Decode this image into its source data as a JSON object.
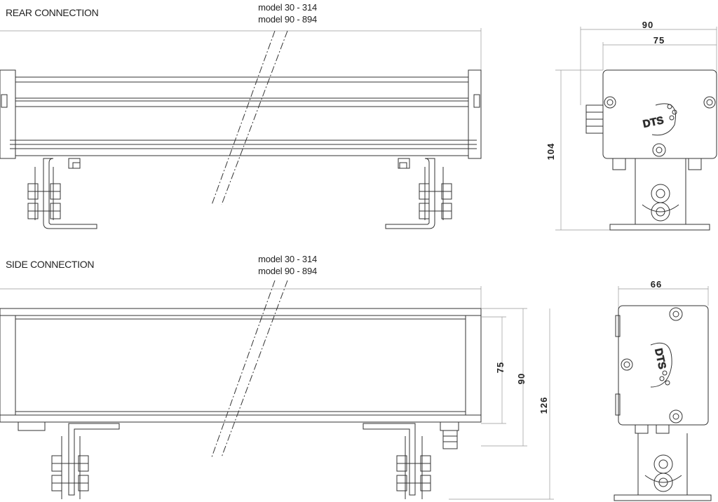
{
  "rear": {
    "title": "REAR CONNECTION",
    "model_line1": "model 30 - 314",
    "model_line2": "model 90 - 894",
    "dim_width_outer": "90",
    "dim_width_inner": "75",
    "dim_height": "104",
    "logo": "DTS"
  },
  "side": {
    "title": "SIDE CONNECTION",
    "model_line1": "model 30 - 314",
    "model_line2": "model 90 - 894",
    "dim_width": "66",
    "dim_h1": "75",
    "dim_h2": "90",
    "dim_h3": "126",
    "logo": "DTS"
  }
}
